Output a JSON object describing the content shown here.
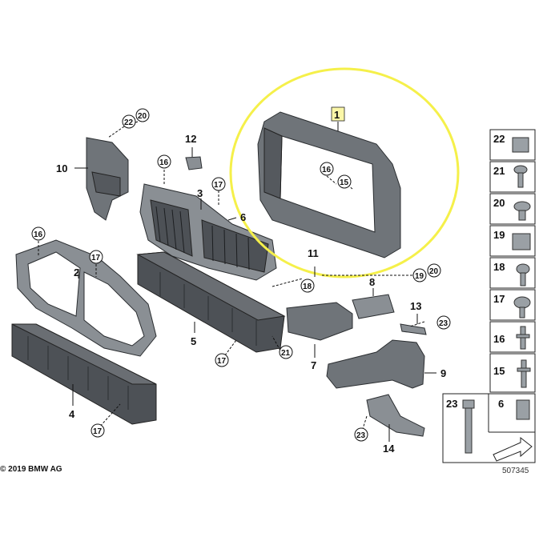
{
  "diagram": {
    "copyright": "© 2019 BMW AG",
    "doc_number": "507345",
    "callouts": {
      "p1": "1",
      "p2": "2",
      "p3": "3",
      "p4": "4",
      "p5": "5",
      "p6": "6",
      "p7": "7",
      "p8": "8",
      "p9": "9",
      "p10": "10",
      "p11": "11",
      "p12": "12",
      "p13": "13",
      "p14": "14"
    },
    "circled": {
      "c22a": "22",
      "c20a": "20",
      "c16a": "16",
      "c17a": "17",
      "c16b": "16",
      "c17b": "17",
      "c16c": "16",
      "c15a": "15",
      "c18a": "18",
      "c19a": "19",
      "c20b": "20",
      "c23a": "23",
      "c21a": "21",
      "c17c": "17",
      "c17d": "17",
      "c23b": "23"
    },
    "fasteners": [
      "22",
      "21",
      "20",
      "19",
      "18",
      "17",
      "16",
      "15"
    ],
    "bottom_cells": [
      "23",
      "6"
    ],
    "highlight_color": "#f5f04a",
    "highlight_label_color": "#fbf7a8"
  }
}
